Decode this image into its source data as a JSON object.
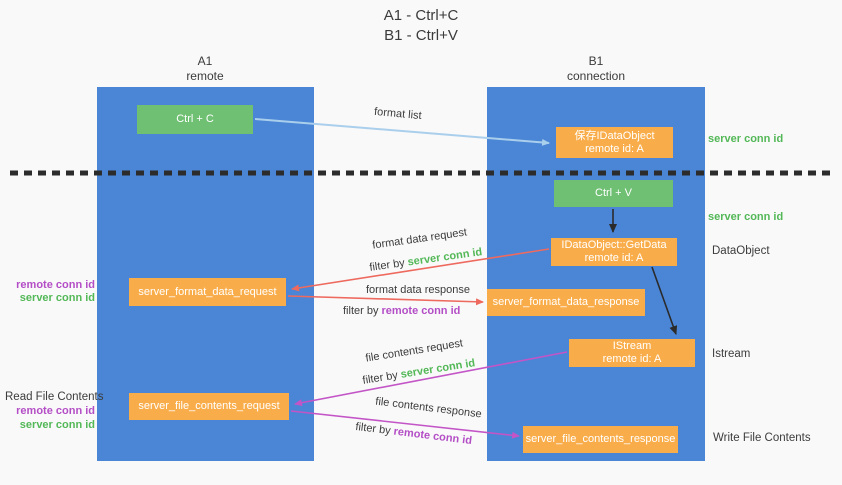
{
  "colors": {
    "background": "#f9f9f9",
    "lifeline_blue": "#4a85d6",
    "box_green": "#6fc073",
    "box_orange": "#f9ad4a",
    "arrow_lightblue": "#aacfec",
    "arrow_red": "#ee6a5f",
    "arrow_magenta": "#c355c7",
    "arrow_black": "#2b2b2b",
    "text_dark": "#3c3c3c",
    "text_green": "#53b857",
    "text_purple": "#b44ec6"
  },
  "title": {
    "line1": "A1 - Ctrl+C",
    "line2": "B1 - Ctrl+V"
  },
  "lifelines": {
    "a1": {
      "name": "A1",
      "role": "remote"
    },
    "b1": {
      "name": "B1",
      "role": "connection"
    }
  },
  "boxes": {
    "ctrl_c": {
      "label": "Ctrl + C"
    },
    "save_idataobject": {
      "line1": "保存IDataObject",
      "line2": "remote id: A"
    },
    "ctrl_v": {
      "label": "Ctrl + V"
    },
    "getdata": {
      "line1": "IDataObject::GetData",
      "line2": "remote id: A"
    },
    "format_request": {
      "label": "server_format_data_request"
    },
    "format_response": {
      "label": "server_format_data_response"
    },
    "istream": {
      "line1": "IStream",
      "line2": "remote id: A"
    },
    "file_request": {
      "label": "server_file_contents_request"
    },
    "file_response": {
      "label": "server_file_contents_response"
    }
  },
  "arrow_labels": {
    "format_list": "format list",
    "format_data_request": "format data request",
    "format_data_response": "format data response",
    "file_contents_request": "file contents request",
    "file_contents_response": "file contents response",
    "filter_by": "filter by ",
    "server_conn_id": "server conn id",
    "remote_conn_id": "remote conn id"
  },
  "side_notes": {
    "right_server_conn_id_1": "server conn id",
    "right_server_conn_id_2": "server conn id",
    "right_dataobject": "DataObject",
    "right_istream": "Istream",
    "right_write_file": "Write File Contents",
    "left_read_file": "Read File Contents",
    "left_remote_conn_id_1": "remote conn id",
    "left_server_conn_id_1": "server conn id",
    "left_remote_conn_id_2": "remote conn id",
    "left_server_conn_id_2": "server conn id"
  }
}
